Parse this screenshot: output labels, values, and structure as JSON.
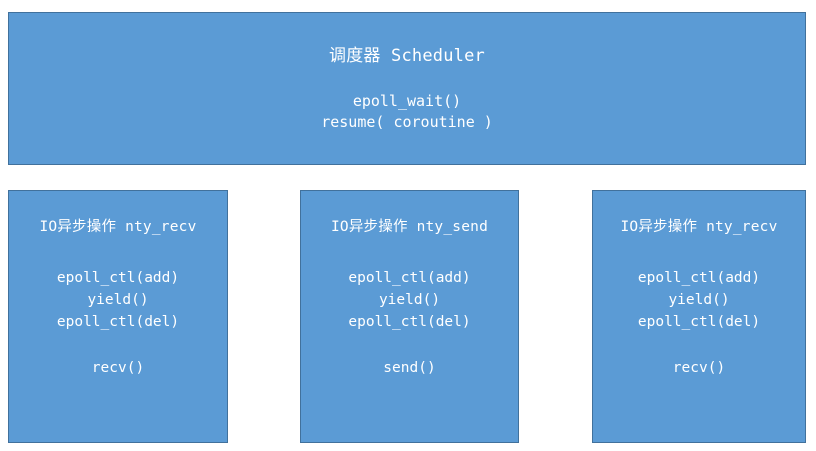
{
  "diagram": {
    "background_color": "#ffffff",
    "box_fill_color": "#5b9bd5",
    "box_border_color": "#41719c",
    "text_color": "#ffffff",
    "scheduler": {
      "title": "调度器 Scheduler",
      "lines": [
        "epoll_wait()",
        "resume( coroutine )"
      ]
    },
    "workers": [
      {
        "title": "IO异步操作 nty_recv",
        "ops": [
          "epoll_ctl(add)",
          "yield()",
          "epoll_ctl(del)"
        ],
        "action": "recv()"
      },
      {
        "title": "IO异步操作 nty_send",
        "ops": [
          "epoll_ctl(add)",
          "yield()",
          "epoll_ctl(del)"
        ],
        "action": "send()"
      },
      {
        "title": "IO异步操作 nty_recv",
        "ops": [
          "epoll_ctl(add)",
          "yield()",
          "epoll_ctl(del)"
        ],
        "action": "recv()"
      }
    ]
  }
}
